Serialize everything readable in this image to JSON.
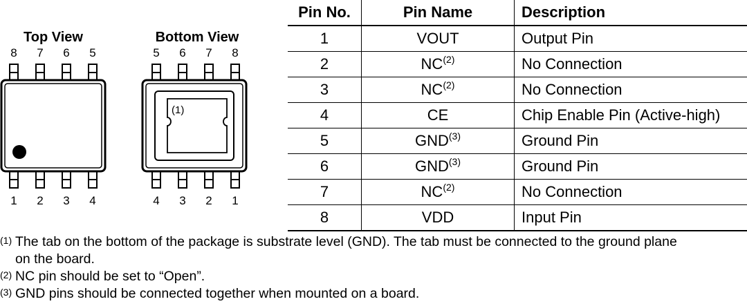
{
  "diagram": {
    "top_view_label": "Top View",
    "bottom_view_label": "Bottom View",
    "top_view_upper_pins": [
      "8",
      "7",
      "6",
      "5"
    ],
    "top_view_lower_pins": [
      "1",
      "2",
      "3",
      "4"
    ],
    "bottom_view_upper_pins": [
      "5",
      "6",
      "7",
      "8"
    ],
    "bottom_view_lower_pins": [
      "4",
      "3",
      "2",
      "1"
    ],
    "tab_label": "(1)"
  },
  "table": {
    "headers": [
      "Pin No.",
      "Pin Name",
      "Description"
    ],
    "rows": [
      {
        "no": "1",
        "name": "VOUT",
        "fn": "",
        "desc": "Output Pin"
      },
      {
        "no": "2",
        "name": "NC",
        "fn": "(2)",
        "desc": "No Connection"
      },
      {
        "no": "3",
        "name": "NC",
        "fn": "(2)",
        "desc": "No Connection"
      },
      {
        "no": "4",
        "name": "CE",
        "fn": "",
        "desc": "Chip Enable Pin (Active-high)"
      },
      {
        "no": "5",
        "name": "GND",
        "fn": "(3)",
        "desc": "Ground Pin"
      },
      {
        "no": "6",
        "name": "GND",
        "fn": "(3)",
        "desc": "Ground Pin"
      },
      {
        "no": "7",
        "name": "NC",
        "fn": "(2)",
        "desc": "No Connection"
      },
      {
        "no": "8",
        "name": "VDD",
        "fn": "",
        "desc": "Input Pin"
      }
    ]
  },
  "notes": [
    {
      "mark": "(1)",
      "lines": [
        "The tab on the bottom of the package is substrate level (GND). The tab must be connected to the ground plane",
        "on the board."
      ]
    },
    {
      "mark": "(2)",
      "lines": [
        "NC pin should be set to “Open”."
      ]
    },
    {
      "mark": "(3)",
      "lines": [
        "GND pins should be connected together when mounted on a board."
      ]
    }
  ]
}
